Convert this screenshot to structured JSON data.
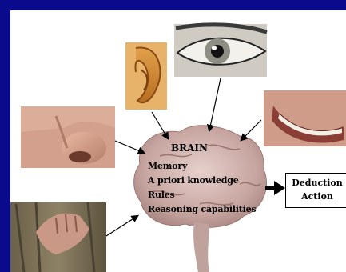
{
  "diagram": {
    "brain_title": "BRAIN",
    "brain_items": [
      "Memory",
      "A priori knowledge",
      "Rules",
      "Reasoning capabilities"
    ],
    "output_box": {
      "line1": "Deduction",
      "line2": "Action"
    },
    "inputs": [
      "nose",
      "ear",
      "eye",
      "mouth",
      "hand"
    ]
  },
  "colors": {
    "frame": "#0a0a8c",
    "background": "#ffffff",
    "brain": "#c9a9a4"
  }
}
